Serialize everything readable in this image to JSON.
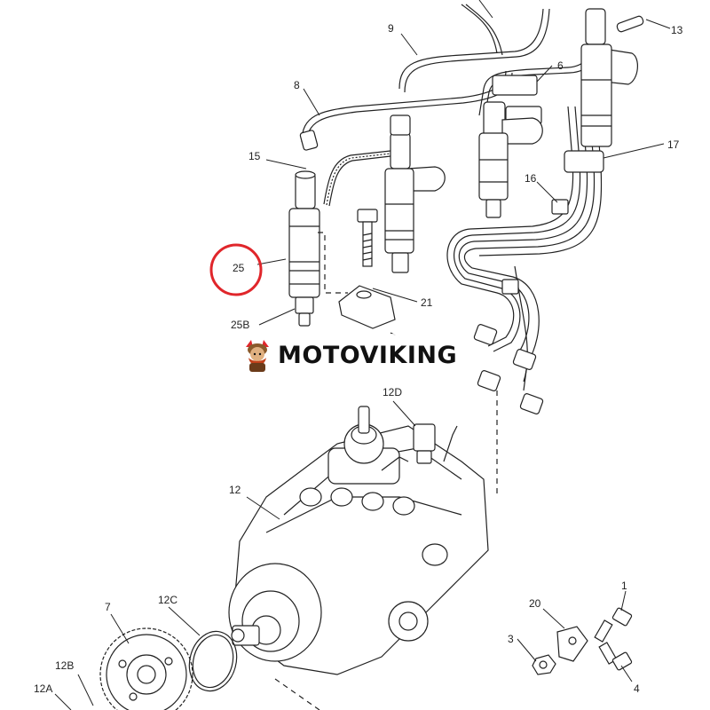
{
  "callouts": {
    "c1": "1",
    "c3": "3",
    "c4": "4",
    "c6": "6",
    "c7": "7",
    "c8": "8",
    "c9": "9",
    "c12": "12",
    "c12A": "12A",
    "c12B": "12B",
    "c12C": "12C",
    "c12D": "12D",
    "c13": "13",
    "c15": "15",
    "c16": "16",
    "c17": "17",
    "c20": "20",
    "c21": "21",
    "c25": "25",
    "c25B": "25B"
  },
  "watermark": {
    "brand": "MOTOVIKING",
    "logo": "viking-mascot-icon"
  },
  "highlight": {
    "target": "25",
    "color": "#e0262b"
  },
  "colors": {
    "line": "#222222",
    "background": "#ffffff"
  }
}
